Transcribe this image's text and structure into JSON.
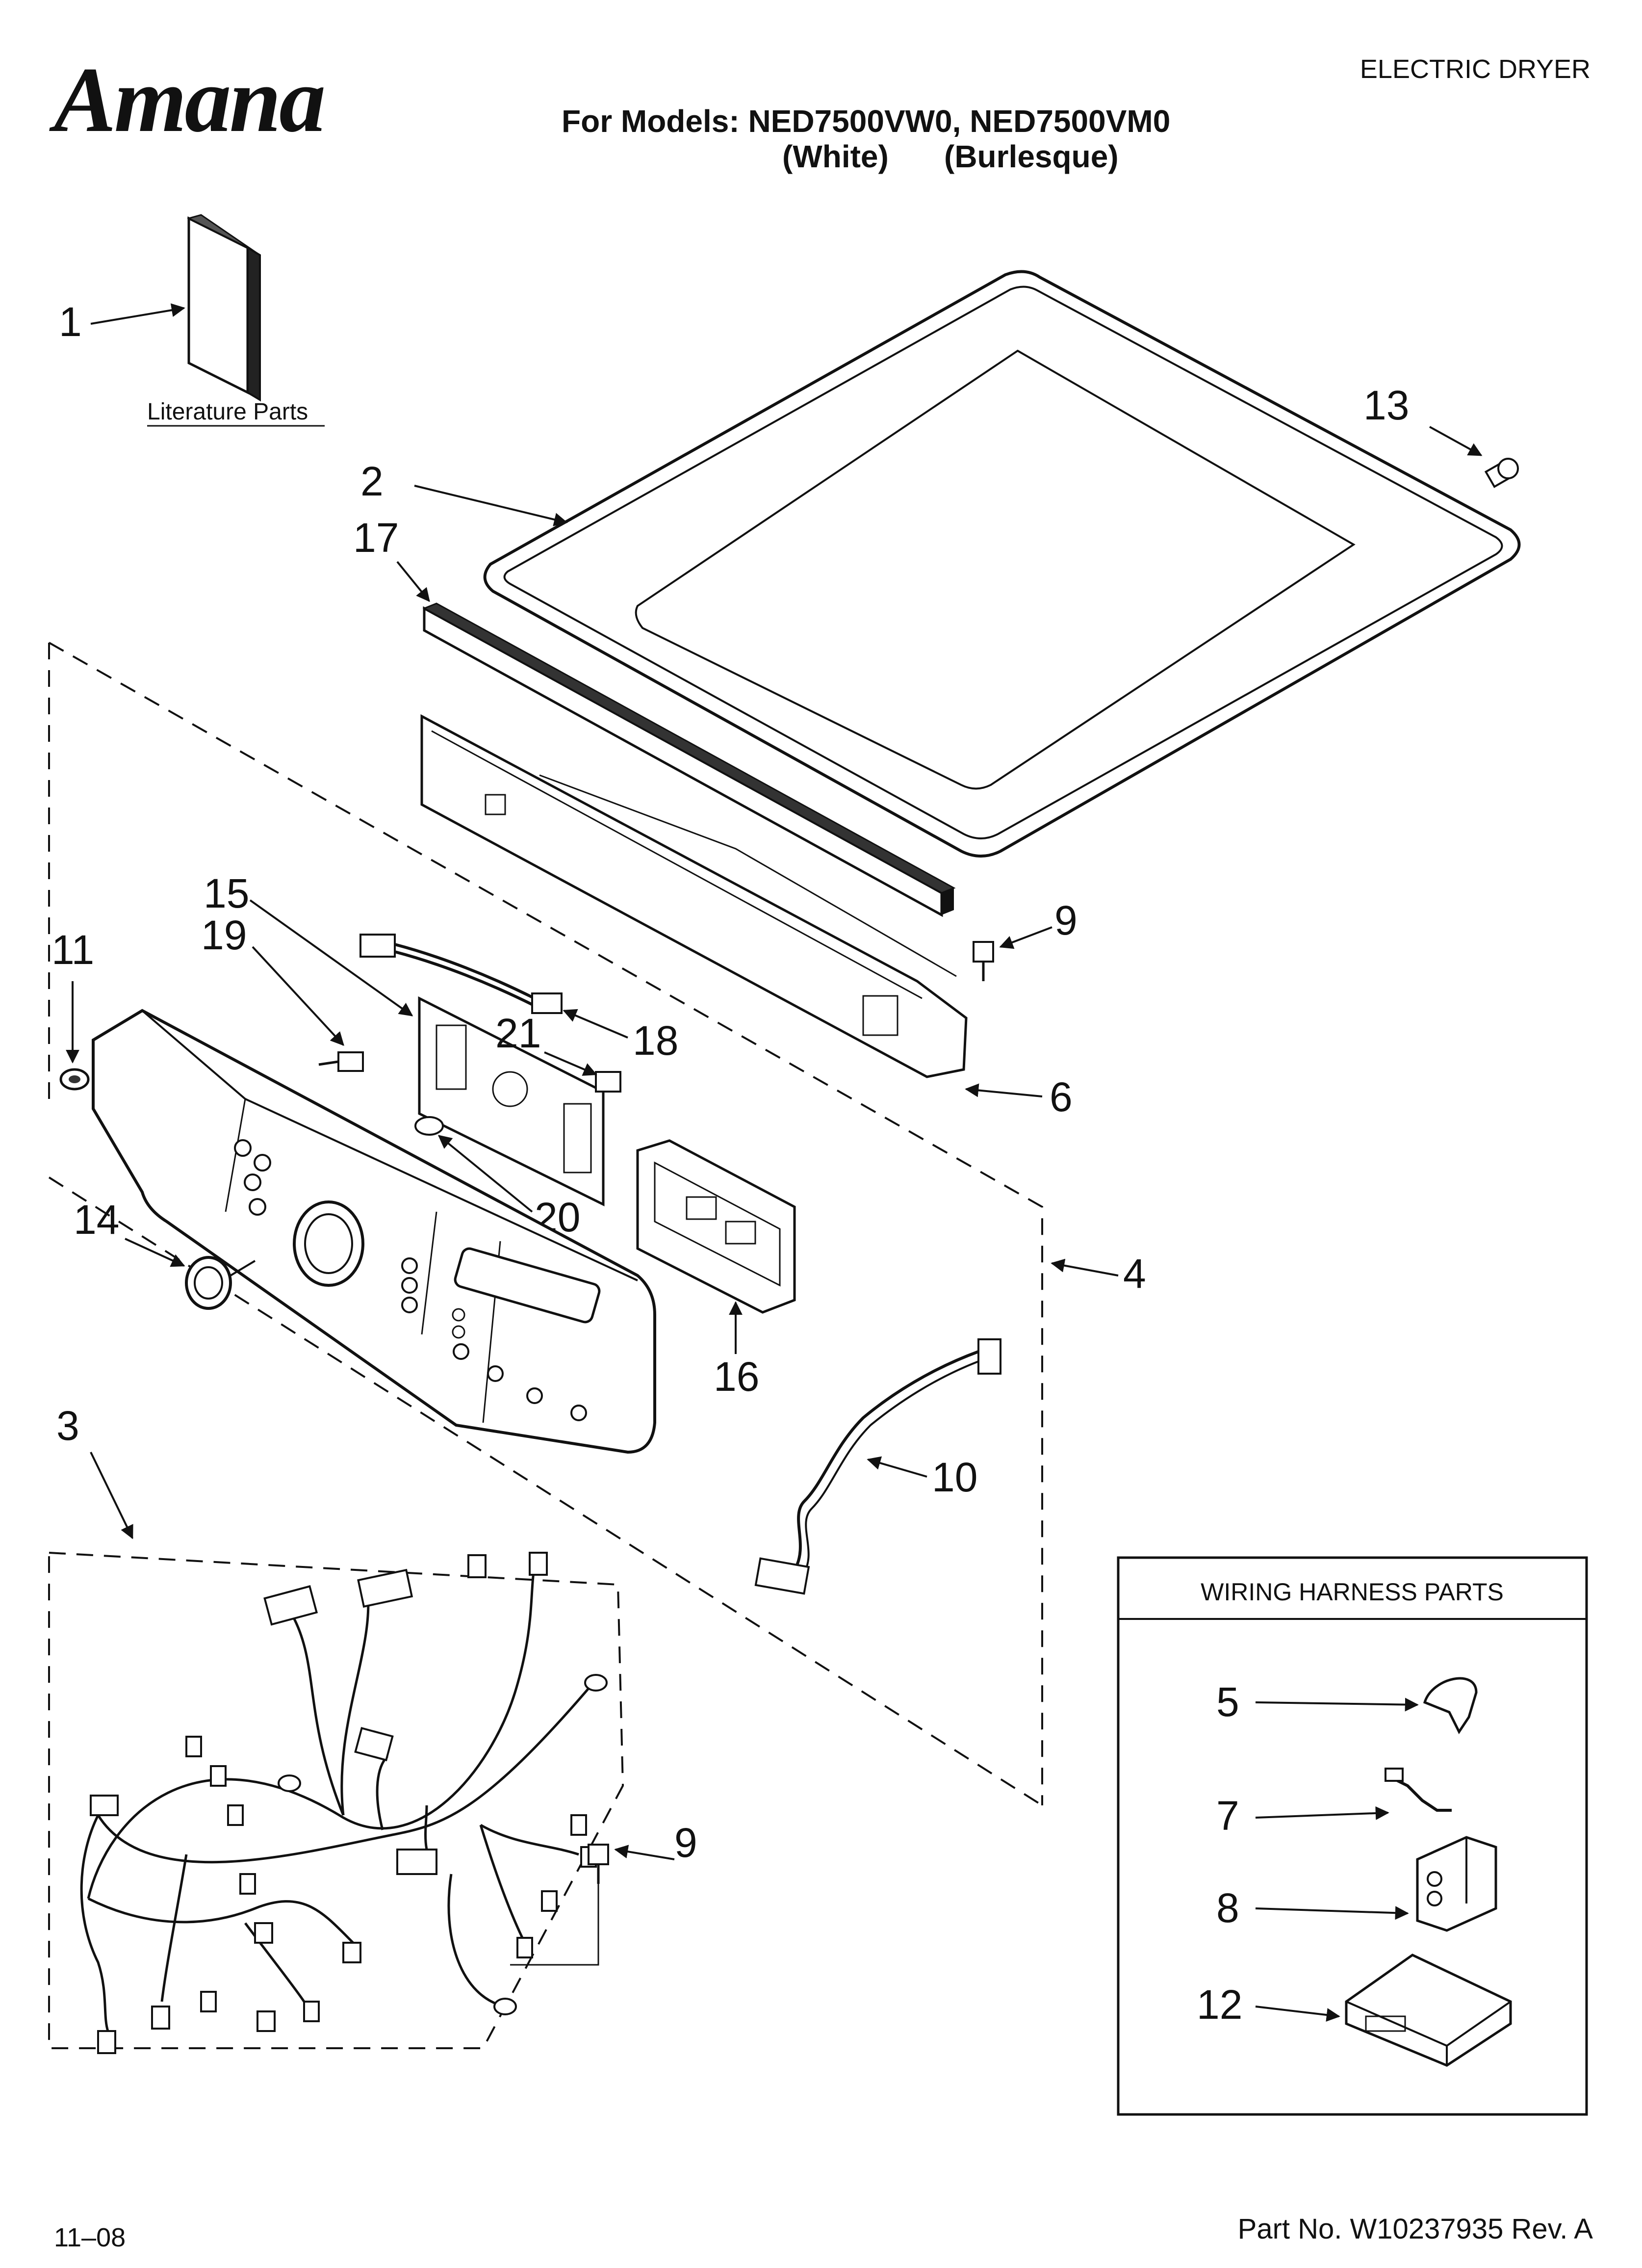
{
  "header": {
    "brand": "Amana",
    "doc_type": "ELECTRIC DRYER",
    "models_line": "For Models: NED7500VW0, NED7500VM0",
    "variant_white": "(White)",
    "variant_burlesque": "(Burlesque)"
  },
  "diagram": {
    "literature_label": "Literature Parts",
    "harness_box_title": "WIRING HARNESS PARTS",
    "callouts": {
      "c1": "1",
      "c2": "2",
      "c3": "3",
      "c4": "4",
      "c5": "5",
      "c6": "6",
      "c7": "7",
      "c8": "8",
      "c9a": "9",
      "c9b": "9",
      "c10": "10",
      "c11": "11",
      "c12": "12",
      "c13": "13",
      "c14": "14",
      "c15": "15",
      "c16": "16",
      "c17": "17",
      "c18": "18",
      "c19": "19",
      "c20": "20",
      "c21": "21"
    }
  },
  "footer": {
    "date": "11–08",
    "part_no": "Part No. W10237935 Rev. A"
  }
}
